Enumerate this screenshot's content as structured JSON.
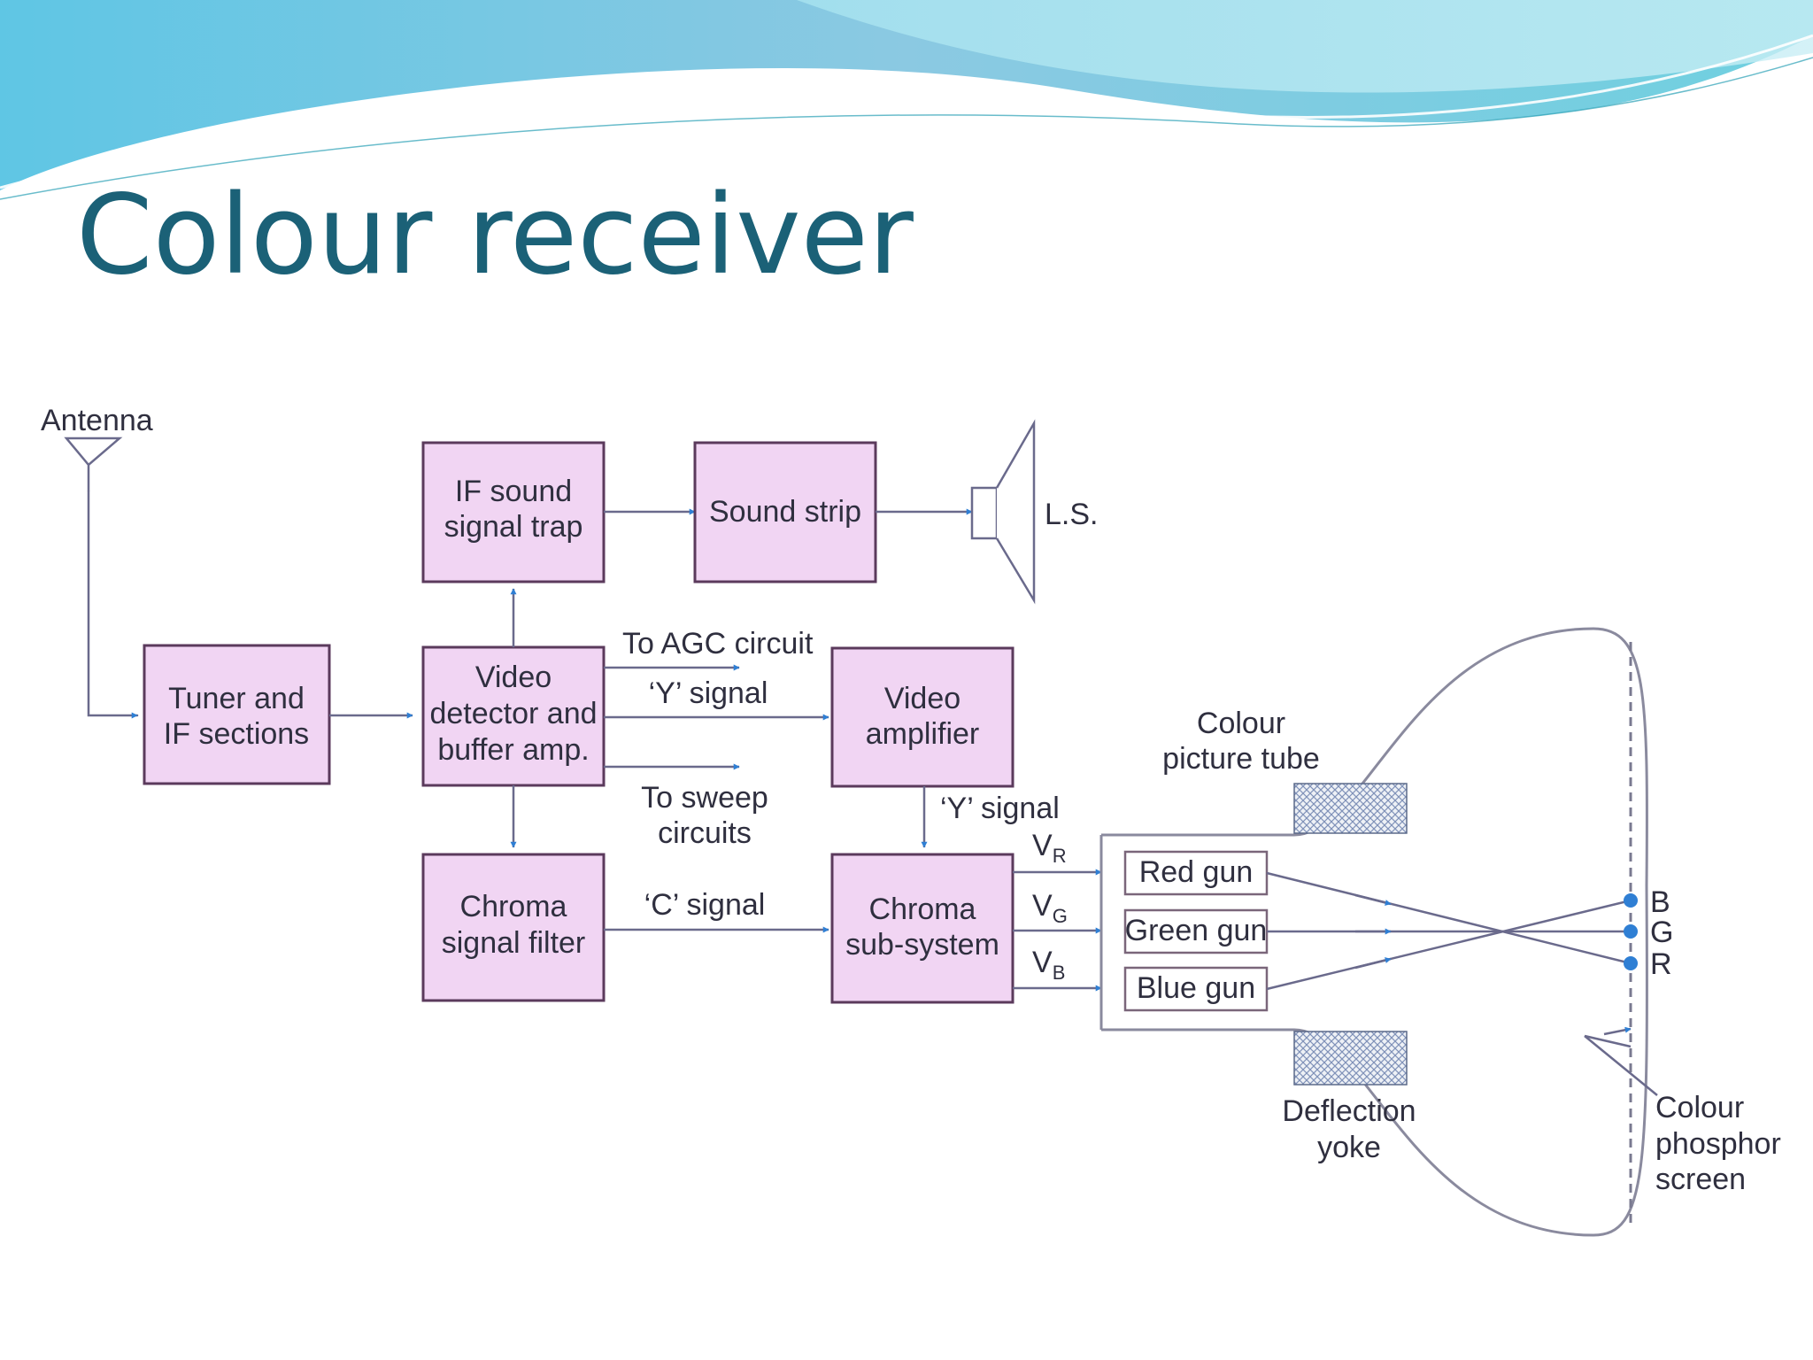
{
  "slide": {
    "title": "Colour receiver"
  },
  "colors": {
    "title": "#1b6177",
    "block_fill": "#f1d5f3",
    "block_stroke": "#5b3a5c",
    "arrow": "#2f7fd4",
    "wire": "#6a6a8c"
  },
  "diagram": {
    "antenna": "Antenna",
    "blocks": {
      "tuner": [
        "Tuner and",
        "IF sections"
      ],
      "video_detector": [
        "Video",
        "detector and",
        "buffer amp."
      ],
      "if_sound_trap": [
        "IF sound",
        "signal trap"
      ],
      "sound_strip": [
        "Sound strip"
      ],
      "video_amplifier": [
        "Video",
        "amplifier"
      ],
      "chroma_filter": [
        "Chroma",
        "signal filter"
      ],
      "chroma_subsystem": [
        "Chroma",
        "sub-system"
      ]
    },
    "loudspeaker": "L.S.",
    "signals": {
      "to_agc": "To AGC circuit",
      "y_signal_top": "‘Y’ signal",
      "to_sweep": [
        "To sweep",
        "circuits"
      ],
      "c_signal": "‘C’ signal",
      "y_signal_down": "‘Y’ signal"
    },
    "voltages": [
      {
        "v": "V",
        "sub": "R"
      },
      {
        "v": "V",
        "sub": "G"
      },
      {
        "v": "V",
        "sub": "B"
      }
    ],
    "guns": [
      "Red gun",
      "Green gun",
      "Blue gun"
    ],
    "tube_label": [
      "Colour",
      "picture tube"
    ],
    "yoke_label": [
      "Deflection",
      "yoke"
    ],
    "screen_label": [
      "Colour",
      "phosphor",
      "screen"
    ],
    "dots": [
      "B",
      "G",
      "R"
    ]
  }
}
